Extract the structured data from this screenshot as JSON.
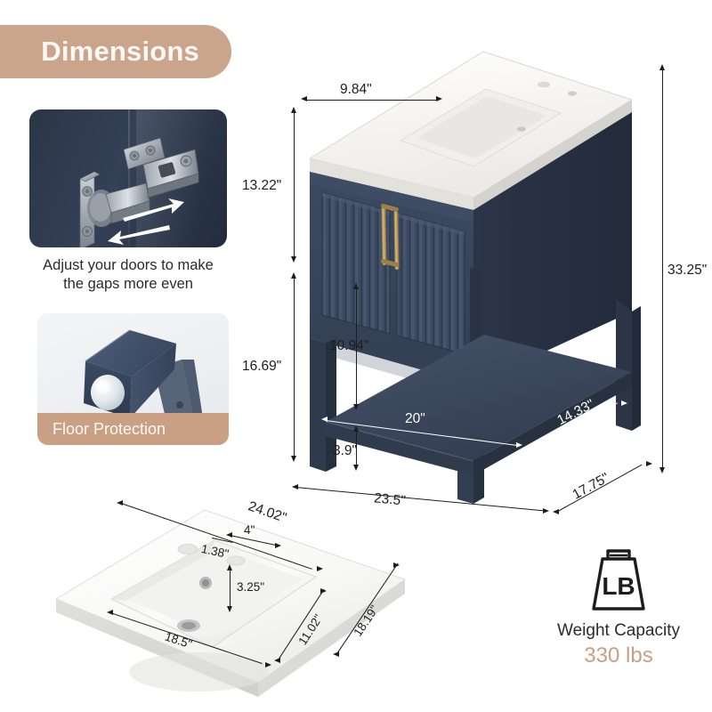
{
  "header": {
    "title": "Dimensions"
  },
  "features": [
    {
      "id": "hinge",
      "icon": "cabinet-hinge-icon",
      "caption_line1": "Adjust your doors to make",
      "caption_line2": "the gaps more even"
    },
    {
      "id": "floor-protection",
      "icon": "leg-pad-icon",
      "caption": "Floor Protection"
    }
  ],
  "vanity": {
    "name": "bathroom-vanity-cabinet",
    "dimensions": {
      "door_width": "9.84\"",
      "door_height": "13.22\"",
      "total_height": "33.25\"",
      "lower_height": "16.69\"",
      "shelf_clearance": "10.94\"",
      "shelf_width": "20\"",
      "shelf_depth": "14.33\"",
      "leg_height": "3.9\"",
      "overall_width": "23.5\"",
      "overall_depth": "17.75\""
    }
  },
  "sink": {
    "name": "ceramic-sink-top",
    "dimensions": {
      "top_width": "24.02\"",
      "top_depth": "18.19\"",
      "faucet_spread": "4\"",
      "faucet_hole": "1.38\"",
      "basin_to_hole": "3.25\"",
      "basin_width": "18.5\"",
      "basin_depth": "11.02\""
    }
  },
  "weight": {
    "icon_label": "LB",
    "title": "Weight Capacity",
    "value": "330 lbs"
  },
  "colors": {
    "accent_tan": "#c9a084",
    "pill_tan": "#cba48c",
    "navy": "#37435a",
    "navy_dark": "#2a3447",
    "brass": "#b8995e",
    "porcelain": "#f4f4f2"
  }
}
